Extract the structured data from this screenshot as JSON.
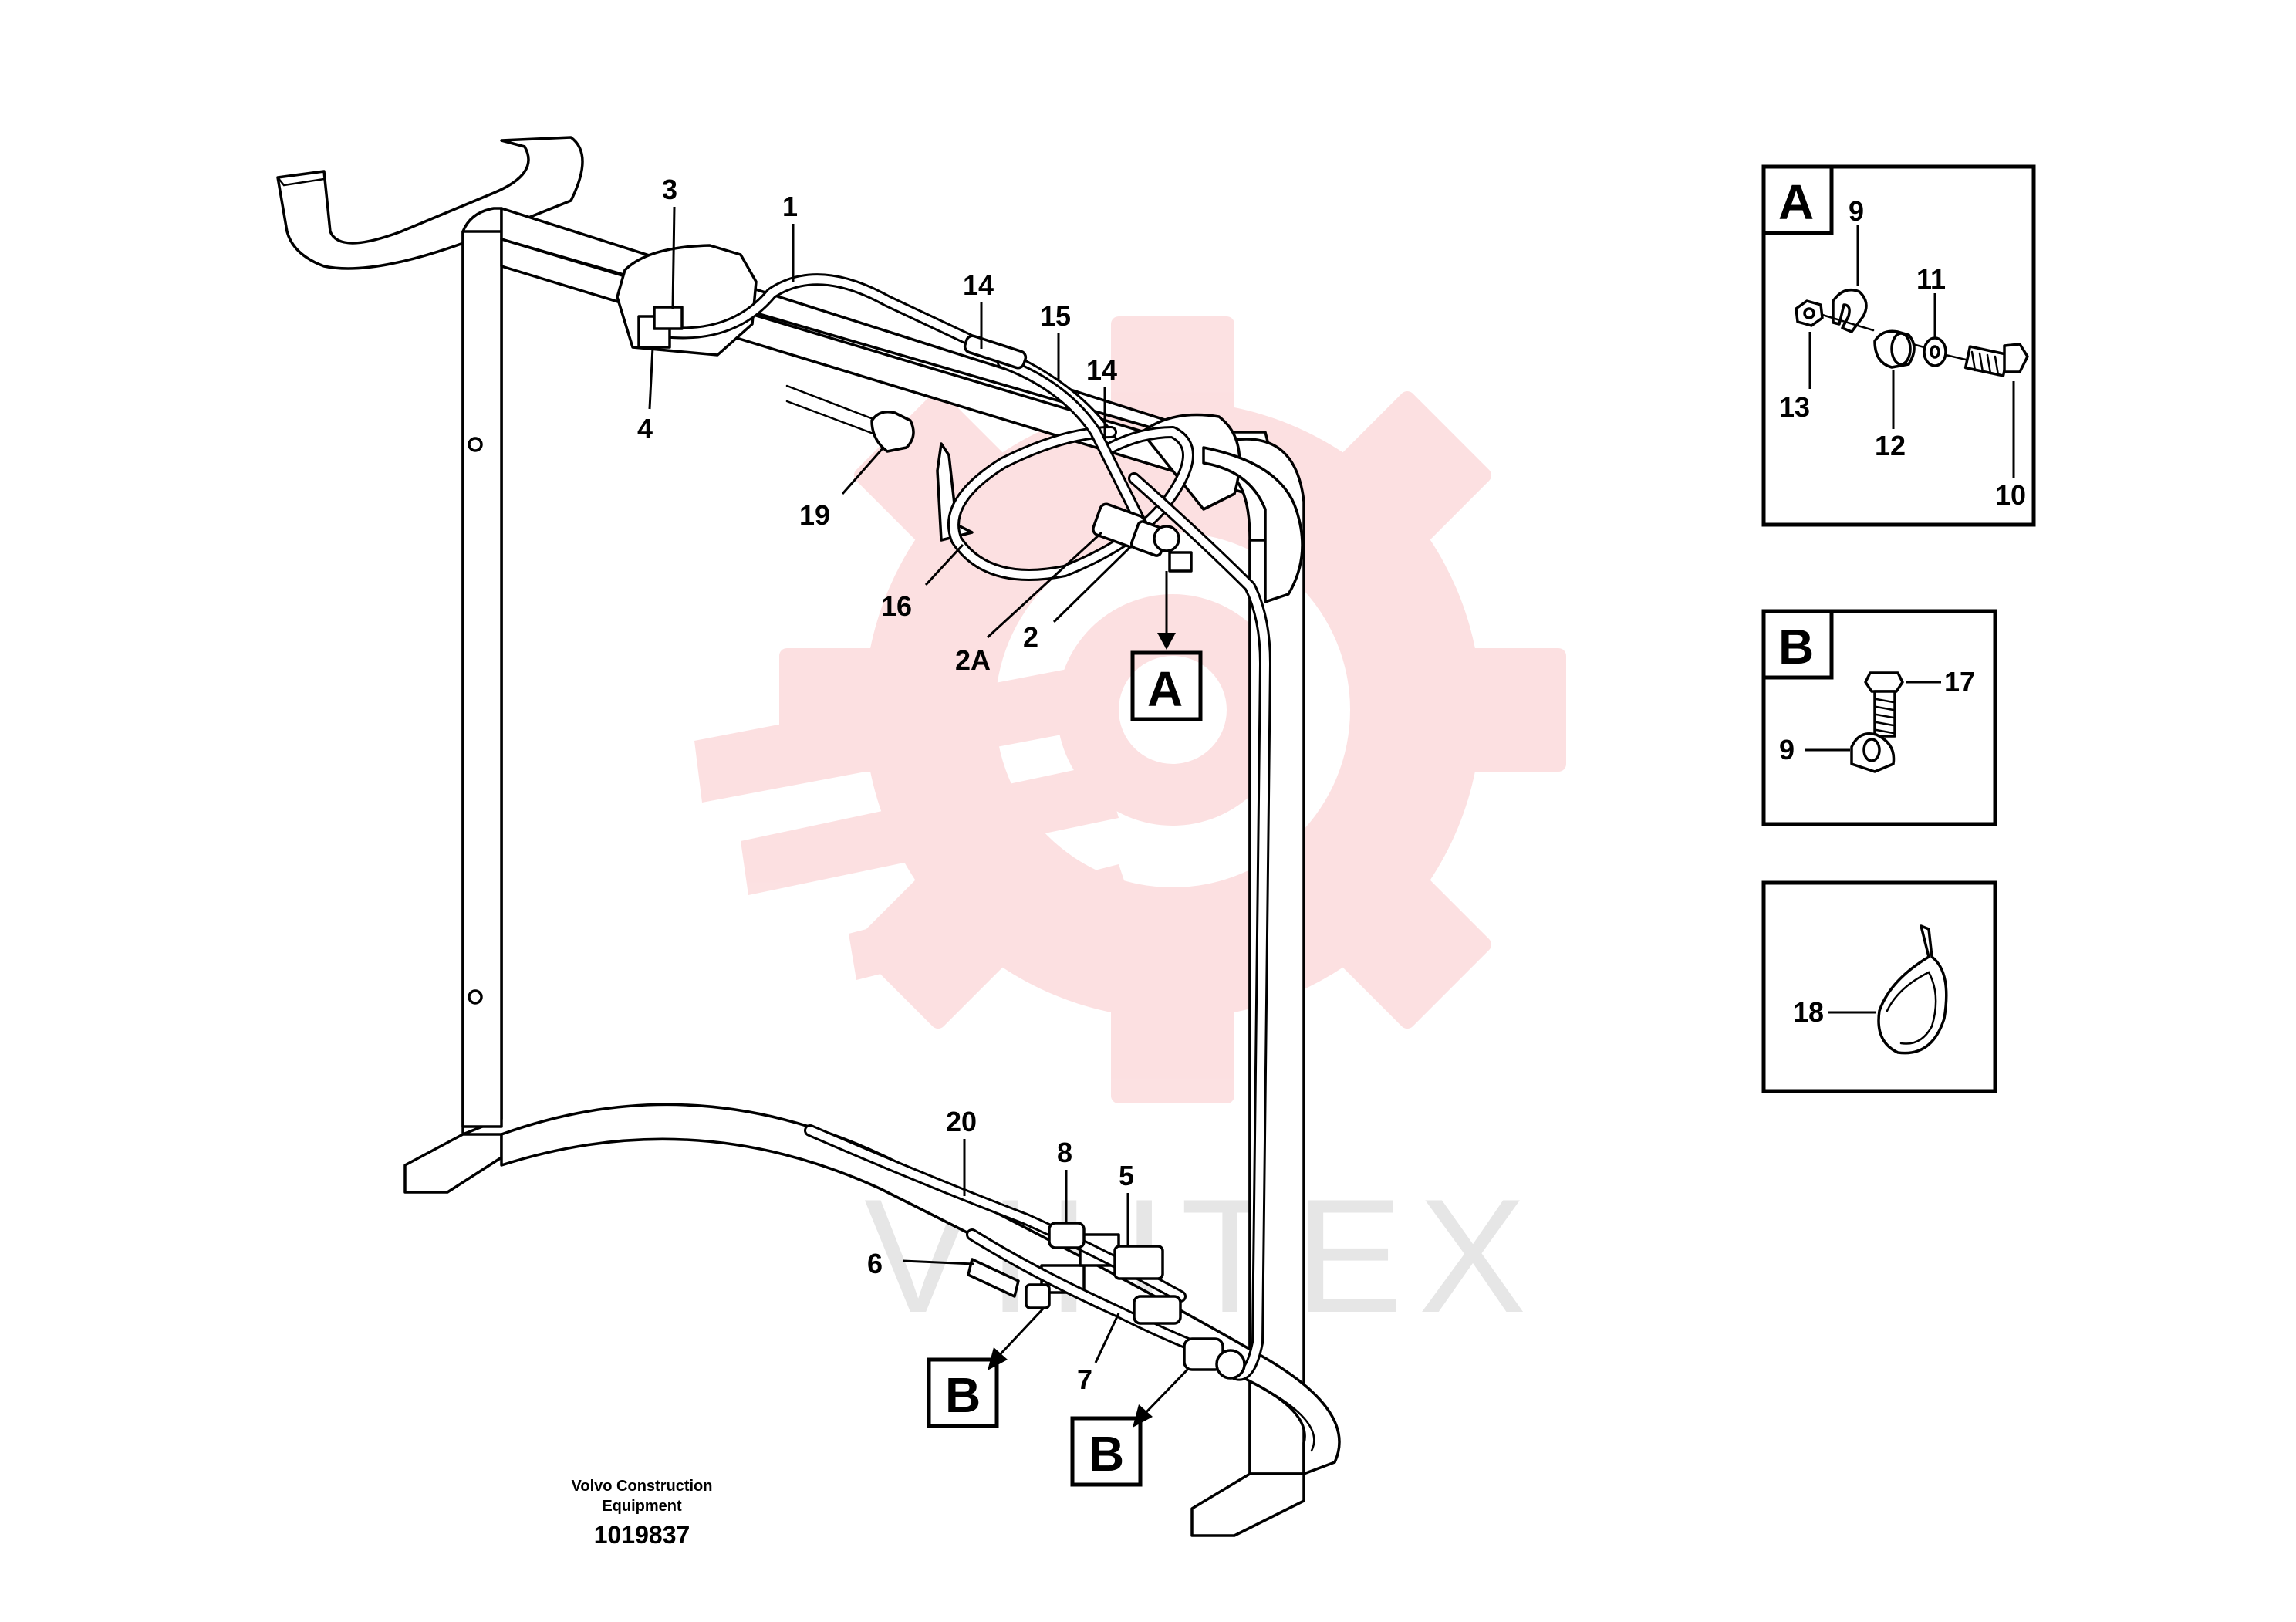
{
  "watermark": {
    "text": "VIHTEX",
    "gear_color": "#f6a3a6"
  },
  "callouts": {
    "c1": "1",
    "c2": "2",
    "c2a": "2A",
    "c3": "3",
    "c4": "4",
    "c5": "5",
    "c6": "6",
    "c7": "7",
    "c8": "8",
    "c14a": "14",
    "c14b": "14",
    "c15": "15",
    "c16": "16",
    "c19": "19",
    "c20": "20"
  },
  "view_markers": {
    "a_main": "A",
    "b_left": "B",
    "b_right": "B"
  },
  "detail_a": {
    "letter": "A",
    "labels": {
      "c9": "9",
      "c10": "10",
      "c11": "11",
      "c12": "12",
      "c13": "13"
    }
  },
  "detail_b": {
    "letter": "B",
    "labels": {
      "c9": "9",
      "c17": "17"
    }
  },
  "detail_tie": {
    "labels": {
      "c18": "18"
    }
  },
  "footer": {
    "manufacturer_line1": "Volvo Construction",
    "manufacturer_line2": "Equipment",
    "drawing_number": "1019837"
  }
}
